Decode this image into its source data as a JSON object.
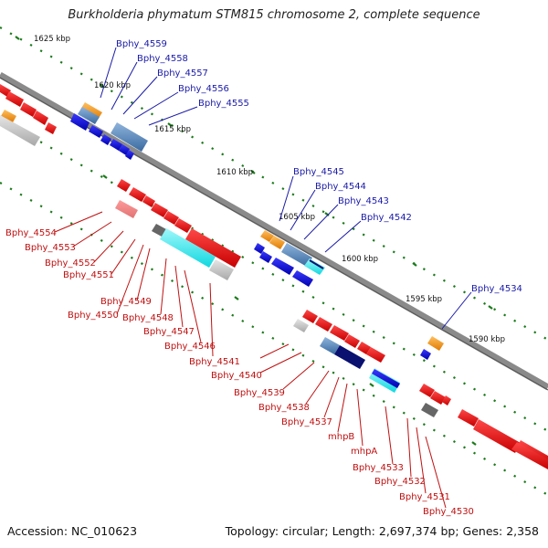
{
  "title": "Burkholderia phymatum STM815 chromosome 2, complete sequence",
  "accession": "Accession: NC_010623",
  "topology": "Topology: circular; Length: 2,697,374 bp; Genes: 2,358",
  "colors": {
    "reverse_strand_gene": "#1010d8",
    "forward_strand_gene": "#e81010",
    "backbone": "#8a8a8a",
    "tick": "#1a7a1a",
    "label_blue": "#1a1aa8",
    "label_red": "#c01010",
    "cds_steelblue": "#4f7fb5",
    "cds_orange": "#f29010",
    "cds_cyan": "#1ae8ea",
    "cds_navy": "#0a1070",
    "cds_grey": "#bdbdbd",
    "cds_pink": "#ee7b82"
  },
  "kbp_labels": [
    "1625 kbp",
    "1620 kbp",
    "1615 kbp",
    "1610 kbp",
    "1605 kbp",
    "1600 kbp",
    "1595 kbp",
    "1590 kbp"
  ],
  "genes_top": [
    "Bphy_4559",
    "Bphy_4558",
    "Bphy_4557",
    "Bphy_4556",
    "Bphy_4555",
    "Bphy_4545",
    "Bphy_4544",
    "Bphy_4543",
    "Bphy_4542",
    "Bphy_4534"
  ],
  "genes_bottom": [
    "Bphy_4554",
    "Bphy_4553",
    "Bphy_4552",
    "Bphy_4551",
    "Bphy_4549",
    "Bphy_4550",
    "Bphy_4548",
    "Bphy_4547",
    "Bphy_4546",
    "Bphy_4541",
    "Bphy_4540",
    "Bphy_4539",
    "Bphy_4538",
    "Bphy_4537",
    "mhpB",
    "mhpA",
    "Bphy_4533",
    "Bphy_4532",
    "Bphy_4531",
    "Bphy_4530"
  ]
}
